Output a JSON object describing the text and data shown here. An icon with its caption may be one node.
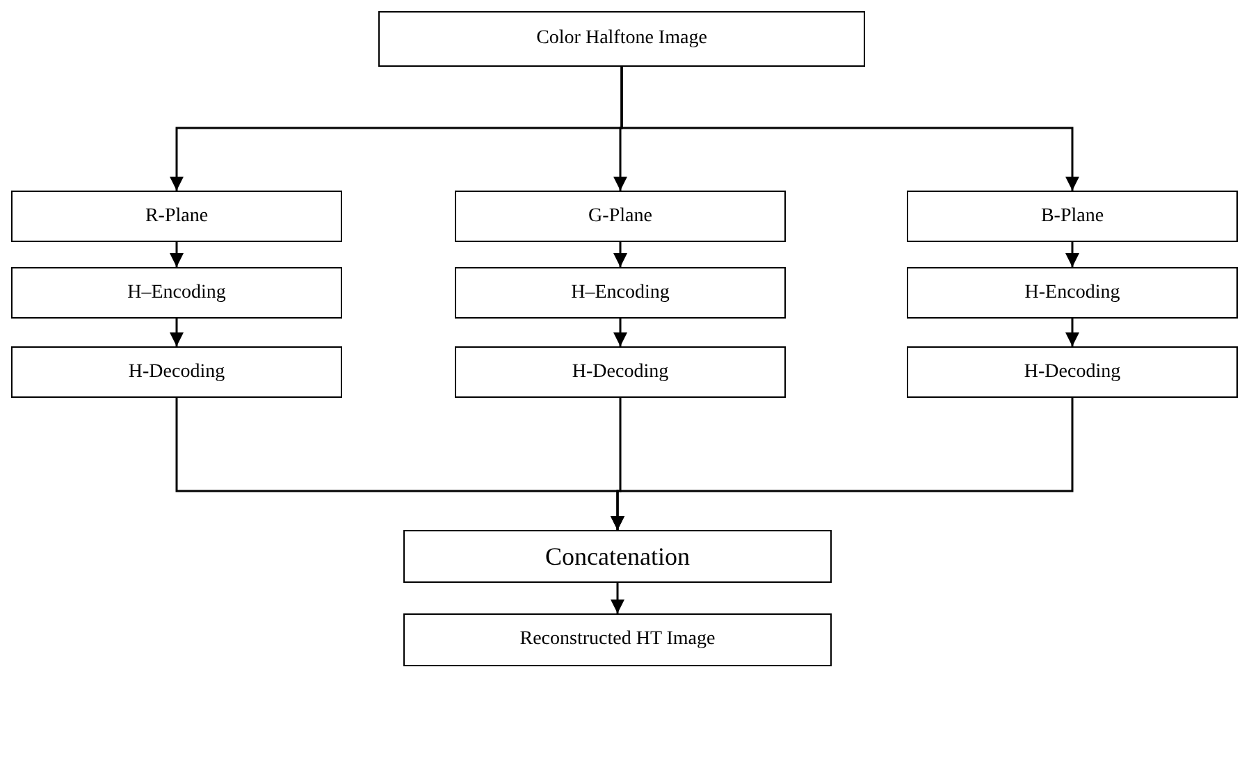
{
  "diagram": {
    "nodes": [
      {
        "text": [
          "Color Halftone Image"
        ]
      },
      {
        "text": [
          "R-Plane"
        ]
      },
      {
        "text": [
          "G-Plane"
        ]
      },
      {
        "text": [
          "B-Plane"
        ]
      },
      {
        "text": [
          "H–Encoding"
        ]
      },
      {
        "text": [
          "H–Encoding"
        ]
      },
      {
        "text": [
          "H-Encoding"
        ]
      },
      {
        "text": [
          "H-Decoding"
        ]
      },
      {
        "text": [
          "H-Decoding"
        ]
      },
      {
        "text": [
          "H-Decoding"
        ]
      },
      {
        "text": [
          "Concatenation"
        ]
      },
      {
        "text": [
          "Reconstructed HT Image"
        ]
      }
    ],
    "edges": [
      {
        "from": 0,
        "to": 1,
        "arrow": "to"
      },
      {
        "from": 0,
        "to": 2,
        "arrow": "to"
      },
      {
        "from": 0,
        "to": 3,
        "arrow": "to"
      },
      {
        "from": 1,
        "to": 4,
        "arrow": "to"
      },
      {
        "from": 2,
        "to": 5,
        "arrow": "to"
      },
      {
        "from": 3,
        "to": 6,
        "arrow": "to"
      },
      {
        "from": 4,
        "to": 7,
        "arrow": "to"
      },
      {
        "from": 5,
        "to": 8,
        "arrow": "to"
      },
      {
        "from": 6,
        "to": 9,
        "arrow": "to"
      },
      {
        "from": 7,
        "to": 10,
        "arrow": "to"
      },
      {
        "from": 8,
        "to": 10,
        "arrow": "to"
      },
      {
        "from": 9,
        "to": 10,
        "arrow": "to"
      },
      {
        "from": 10,
        "to": 11,
        "arrow": "to"
      }
    ]
  }
}
